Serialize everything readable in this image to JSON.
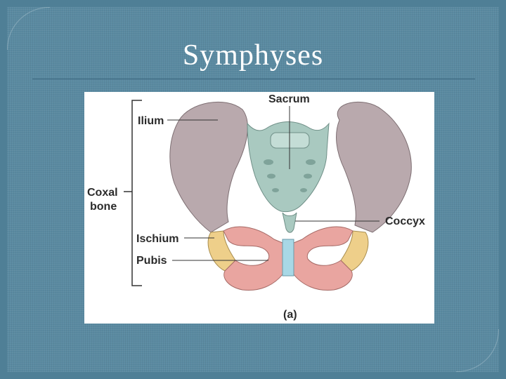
{
  "slide": {
    "title": "Symphyses"
  },
  "figure": {
    "labels": {
      "sacrum": "Sacrum",
      "ilium": "Ilium",
      "coxal_line1": "Coxal",
      "coxal_line2": "bone",
      "ischium": "Ischium",
      "pubis": "Pubis",
      "coccyx": "Coccyx",
      "panel": "(a)"
    },
    "colors": {
      "ilium": "#b9a9ad",
      "sacrum": "#a9c9c0",
      "ischium": "#eecf8a",
      "pubis": "#e9a5a0",
      "pubic_symphysis": "#a8d8e6"
    }
  }
}
